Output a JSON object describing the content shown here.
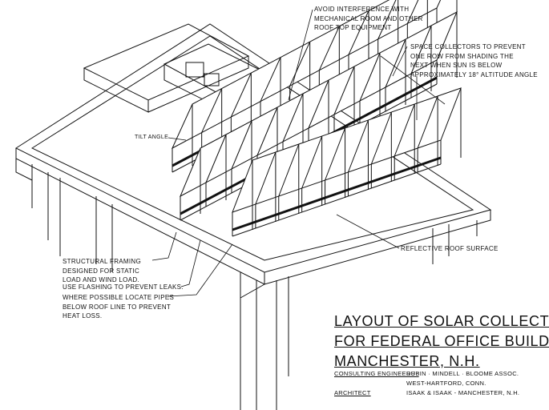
{
  "notes": {
    "avoid_interference": [
      "AVOID INTERFERENCE WITH",
      "MECHANICAL ROOM AND OTHER",
      "ROOF TOP EQUIPMENT"
    ],
    "space_collectors": [
      "SPACE COLLECTORS TO PREVENT",
      "ONE ROW FROM SHADING THE",
      "NEXT WHEN SUN IS BELOW",
      "APPROXIMATELY 18° ALTITUDE ANGLE"
    ],
    "tilt_angle": "TILT ANGLE",
    "reflective_roof": "REFLECTIVE ROOF SURFACE",
    "structural_framing": [
      "STRUCTURAL FRAMING",
      "DESIGNED FOR STATIC",
      "LOAD AND WIND LOAD."
    ],
    "flashing": "USE FLASHING TO PREVENT LEAKS.",
    "pipes": [
      "WHERE POSSIBLE LOCATE PIPES",
      "BELOW ROOF LINE TO PREVENT",
      "HEAT LOSS."
    ]
  },
  "title": [
    "LAYOUT OF SOLAR COLLECTORS",
    "FOR FEDERAL OFFICE BUILDNG,",
    "MANCHESTER, N.H."
  ],
  "credits": {
    "engineers_label": "CONSULTING ENGINEERS :",
    "engineers_line1": "DUBIN · MINDELL · BLOOME ASSOC.",
    "engineers_line2": "WEST-HARTFORD, CONN.",
    "architect_label": "ARCHITECT",
    "architect_value": "ISAAK & ISAAK - MANCHESTER, N.H."
  }
}
